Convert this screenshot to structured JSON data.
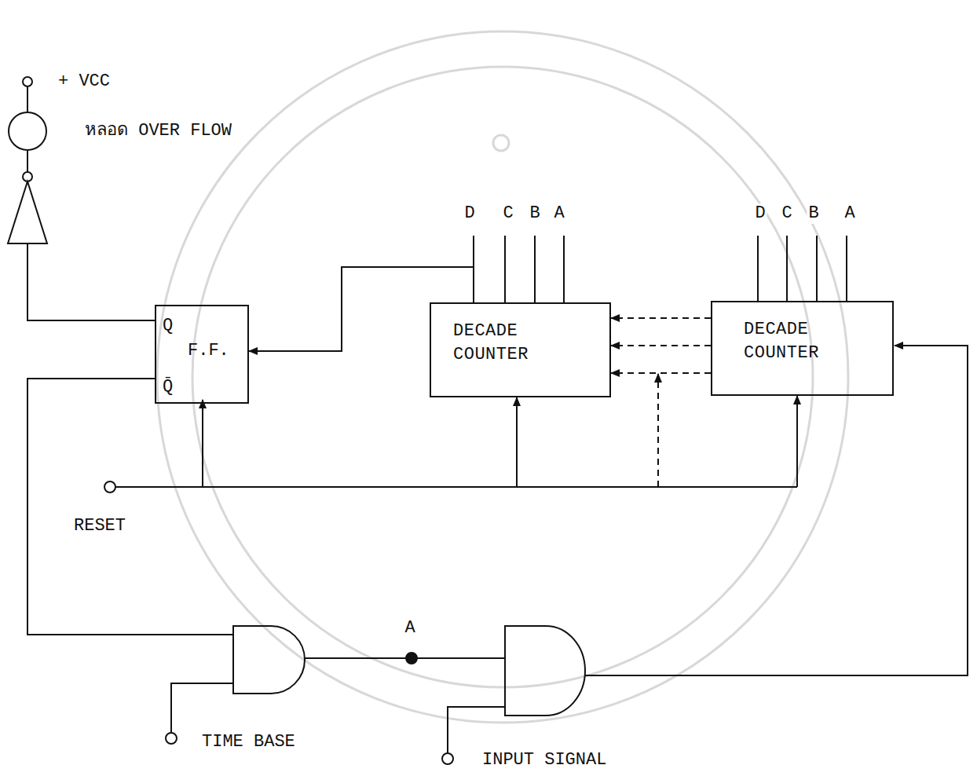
{
  "diagram": {
    "nodes": [
      {
        "text": [
          "Q",
          "F.F.",
          "Q̄"
        ]
      },
      {
        "text": [
          "DECADE COUNTER"
        ]
      },
      {
        "text": [
          "DECADE COUNTER"
        ]
      },
      {
        "text": [
          "หลอด OVER FLOW"
        ]
      }
    ],
    "edges": [
      {
        "from": 1,
        "to": 0,
        "arrow": "to"
      },
      {
        "from": 2,
        "to": 1,
        "arrow": "to"
      },
      {
        "from": 2,
        "to": 1,
        "arrow": "to"
      },
      {
        "from": 2,
        "to": 1,
        "arrow": "to"
      },
      {
        "from": 0,
        "to": 3,
        "arrow": "none"
      }
    ],
    "labels": [
      "+ VCC",
      "D",
      "C",
      "B",
      "A",
      "D",
      "C",
      "B",
      "A",
      "RESET",
      "A",
      "TIME BASE",
      "INPUT SIGNAL"
    ]
  }
}
